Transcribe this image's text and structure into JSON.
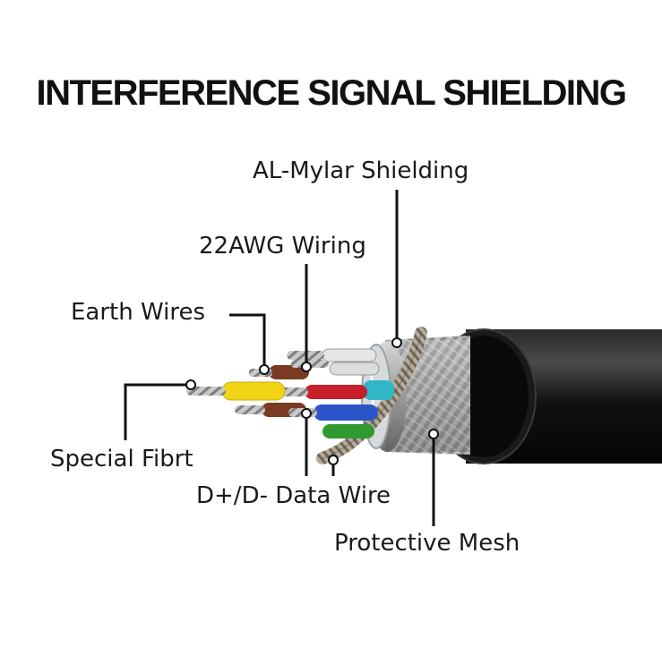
{
  "title": "INTERFERENCE SIGNAL SHIELDING",
  "labels": {
    "al_mylar": "AL-Mylar Shielding",
    "awg_wiring": "22AWG Wiring",
    "earth_wires": "Earth Wires",
    "special_fibrt": "Special Fibrt",
    "data_wire": "D+/D- Data Wire",
    "protective_mesh": "Protective Mesh"
  },
  "colors": {
    "jacket": "#0e0e0e",
    "yellow_wire": "#f2d417",
    "red_wire": "#c8202a",
    "brown_wire": "#7a3b22",
    "blue_wire": "#2a55c8",
    "green_wire": "#2f9a2f",
    "cyan_wire": "#2fb7c8",
    "white_wire": "#e6e6e6",
    "braid": "#a9a39a",
    "mylar": "#cfd4d8"
  }
}
